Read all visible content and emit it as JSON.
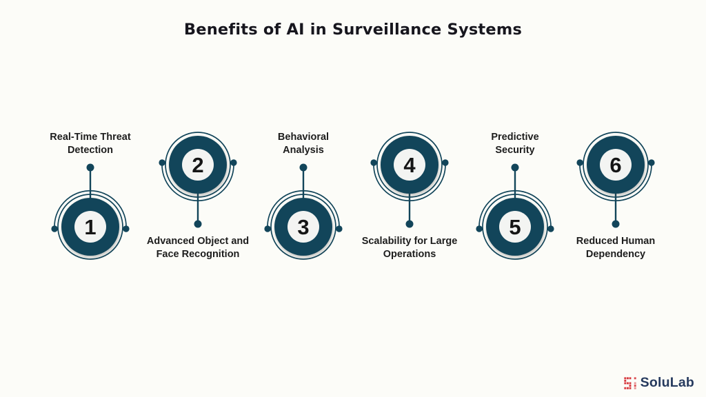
{
  "title": "Benefits of AI in Surveillance Systems",
  "items": [
    {
      "number": "1",
      "label": "Real-Time Threat Detection",
      "label_lines": [
        "Real-Time Threat",
        "Detection"
      ],
      "placement": "label-top"
    },
    {
      "number": "2",
      "label": "Advanced Object and Face Recognition",
      "label_lines": [
        "Advanced Object and",
        "Face Recognition"
      ],
      "placement": "label-bottom"
    },
    {
      "number": "3",
      "label": "Behavioral Analysis",
      "label_lines": [
        "Behavioral",
        "Analysis"
      ],
      "placement": "label-top"
    },
    {
      "number": "4",
      "label": "Scalability for Large Operations",
      "label_lines": [
        "Scalability for Large",
        "Operations"
      ],
      "placement": "label-bottom"
    },
    {
      "number": "5",
      "label": "Predictive Security",
      "label_lines": [
        "Predictive",
        "Security"
      ],
      "placement": "label-top"
    },
    {
      "number": "6",
      "label": "Reduced Human Dependency",
      "label_lines": [
        "Reduced Human",
        "Dependency"
      ],
      "placement": "label-bottom"
    }
  ],
  "logo": {
    "text": "SoluLab",
    "icon": "pixel-grid-icon",
    "icon_color": "#d7383e",
    "text_color": "#263a5e"
  },
  "colors": {
    "accent_teal": "#12455a",
    "badge_inner": "#f3f4f2",
    "background": "#fcfcf8",
    "title_text": "#17161e",
    "label_text": "#1d1d1d",
    "number_text": "#151515"
  }
}
